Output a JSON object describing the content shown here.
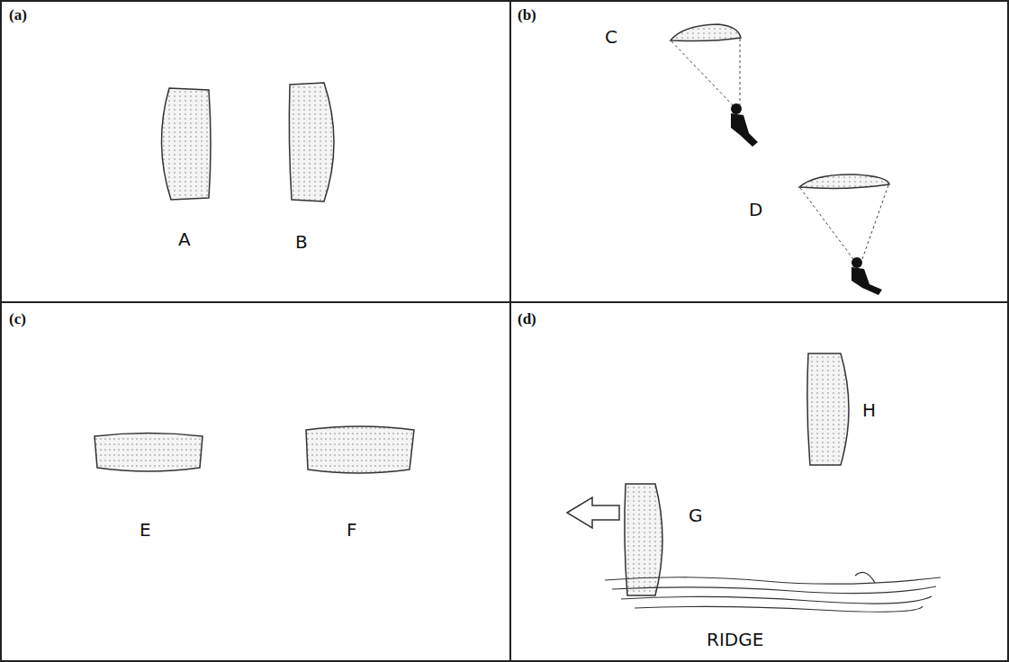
{
  "diagram": {
    "labels": [
      "(a)",
      "(b)",
      "(c)",
      "(d)",
      "A",
      "B",
      "C",
      "D",
      "E",
      "F",
      "G",
      "H",
      "RIDGE"
    ]
  }
}
